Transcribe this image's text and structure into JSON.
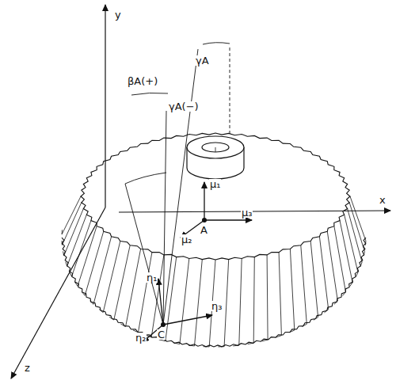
{
  "diagram": {
    "labels": [
      "y",
      "x",
      "z",
      "βA(+)",
      "γA(−)",
      "γA",
      "η₁",
      "η₂",
      "η₃",
      "μ₁",
      "μ₂",
      "μ₃",
      "A",
      "C"
    ]
  }
}
